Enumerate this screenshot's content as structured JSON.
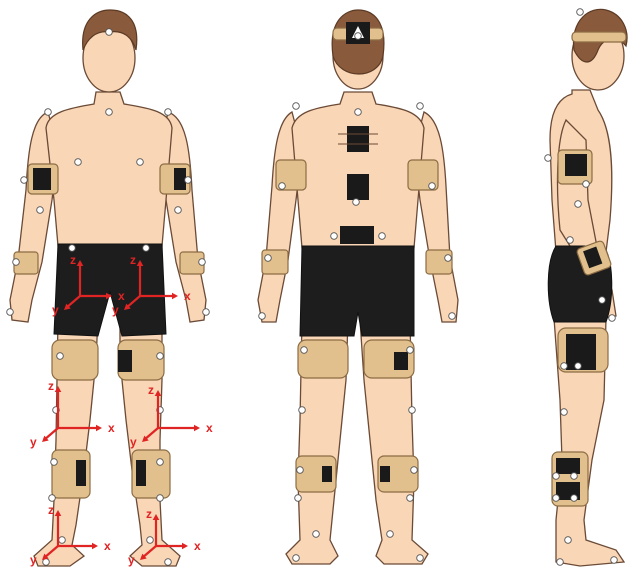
{
  "axis_colors": {
    "arrow": "#e02424"
  },
  "palette": {
    "skin": "#f9d6b6",
    "hair": "#8a5a3c",
    "shorts": "#1d1d1d",
    "strap": "#e2c08d",
    "marker": "#ffffff"
  },
  "views": {
    "front": {
      "coordinate_frames": [
        {
          "z": "z",
          "x": "x",
          "y": "y"
        },
        {
          "z": "z",
          "x": "x",
          "y": "y"
        },
        {
          "z": "z",
          "x": "x",
          "y": "y"
        },
        {
          "z": "z",
          "x": "x",
          "y": "y"
        },
        {
          "z": "z",
          "x": "x",
          "y": "y"
        },
        {
          "z": "z",
          "x": "x",
          "y": "y"
        }
      ]
    },
    "back": {},
    "side": {}
  }
}
